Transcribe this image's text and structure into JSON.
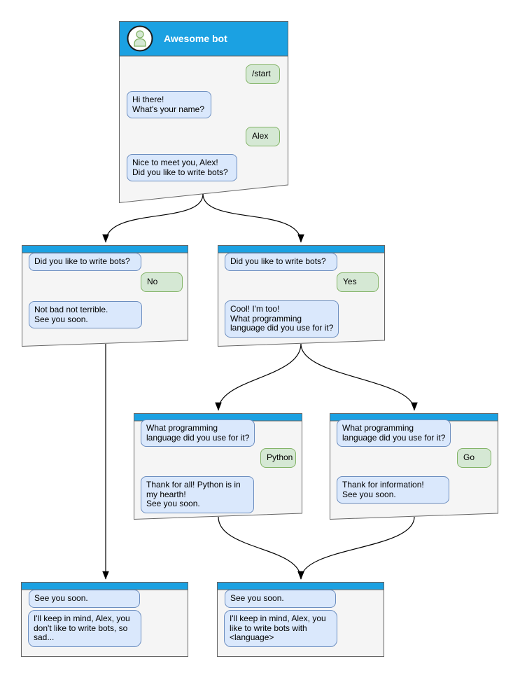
{
  "diagram": {
    "type": "chatbot-conversation-flow",
    "colors": {
      "header_blue": "#1ba1e2",
      "window_fill": "#f5f5f5",
      "window_border": "#666666",
      "bot_bubble_fill": "#dae8fc",
      "bot_bubble_border": "#6c8ebf",
      "user_bubble_fill": "#d5e8d4",
      "user_bubble_border": "#82b366",
      "arrow": "#000000"
    }
  },
  "windows": [
    {
      "id": "main",
      "title": "Awesome bot",
      "avatar": "person-icon",
      "messages": [
        {
          "from": "user",
          "text": "/start"
        },
        {
          "from": "bot",
          "text": "Hi there!\nWhat's your name?"
        },
        {
          "from": "user",
          "text": "Alex"
        },
        {
          "from": "bot",
          "text": "Nice to meet you, Alex!\nDid you like to write bots?"
        }
      ]
    },
    {
      "id": "branch-no",
      "messages": [
        {
          "from": "bot",
          "text": "Did you like to write bots?"
        },
        {
          "from": "user",
          "text": "No"
        },
        {
          "from": "bot",
          "text": "Not bad not terrible.\nSee you soon."
        }
      ]
    },
    {
      "id": "branch-yes",
      "messages": [
        {
          "from": "bot",
          "text": "Did you like to write bots?"
        },
        {
          "from": "user",
          "text": "Yes"
        },
        {
          "from": "bot",
          "text": "Cool! I'm too!\nWhat programming\nlanguage did you use for it?"
        }
      ]
    },
    {
      "id": "branch-python",
      "messages": [
        {
          "from": "bot",
          "text": "What programming\nlanguage did you use for it?"
        },
        {
          "from": "user",
          "text": "Python"
        },
        {
          "from": "bot",
          "text": "Thank for all! Python is in\nmy hearth!\nSee you soon."
        }
      ]
    },
    {
      "id": "branch-go",
      "messages": [
        {
          "from": "bot",
          "text": "What programming\nlanguage did you use for it?"
        },
        {
          "from": "user",
          "text": "Go"
        },
        {
          "from": "bot",
          "text": "Thank for information!\nSee you soon."
        }
      ]
    },
    {
      "id": "end-no",
      "messages": [
        {
          "from": "bot",
          "text": "See you soon."
        },
        {
          "from": "bot",
          "text": "I'll keep in mind, Alex, you\ndon't like to write bots, so\nsad..."
        }
      ]
    },
    {
      "id": "end-language",
      "messages": [
        {
          "from": "bot",
          "text": "See you soon."
        },
        {
          "from": "bot",
          "text": "I'll keep in mind, Alex, you\nlike to write bots with\n<language>"
        }
      ]
    }
  ]
}
